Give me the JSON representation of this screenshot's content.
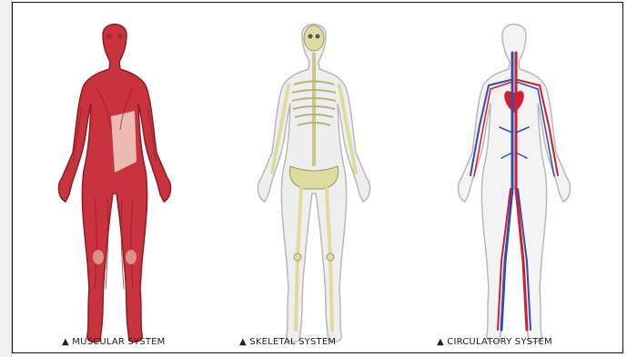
{
  "colors": {
    "muscle": "#c8333e",
    "muscle_dark": "#8e1c25",
    "bone": "#dcdca0",
    "bone_outline": "#9b9b6a",
    "body_outline": "#b9b9b9",
    "artery": "#d21e2e",
    "vein": "#2e4fae"
  },
  "figures": [
    {
      "name": "muscular",
      "label": "▲ MUSCULAR SYSTEM"
    },
    {
      "name": "skeletal",
      "label": "▲ SKELETAL SYSTEM"
    },
    {
      "name": "circulatory",
      "label": "▲ CIRCULATORY SYSTEM"
    }
  ]
}
